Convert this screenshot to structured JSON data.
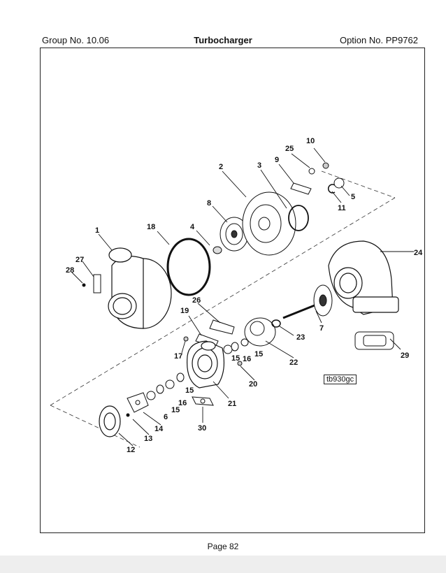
{
  "header": {
    "group": "Group No. 10.06",
    "title": "Turbocharger",
    "option": "Option No. PP9762"
  },
  "footer": {
    "page": "Page 82"
  },
  "diagram": {
    "reference_code": "tb930gc",
    "callouts": [
      "1",
      "2",
      "3",
      "4",
      "5",
      "6",
      "7",
      "8",
      "9",
      "10",
      "11",
      "12",
      "13",
      "14",
      "15",
      "15",
      "15",
      "15",
      "16",
      "16",
      "17",
      "18",
      "19",
      "20",
      "21",
      "22",
      "23",
      "24",
      "25",
      "26",
      "27",
      "28",
      "29",
      "30"
    ]
  }
}
